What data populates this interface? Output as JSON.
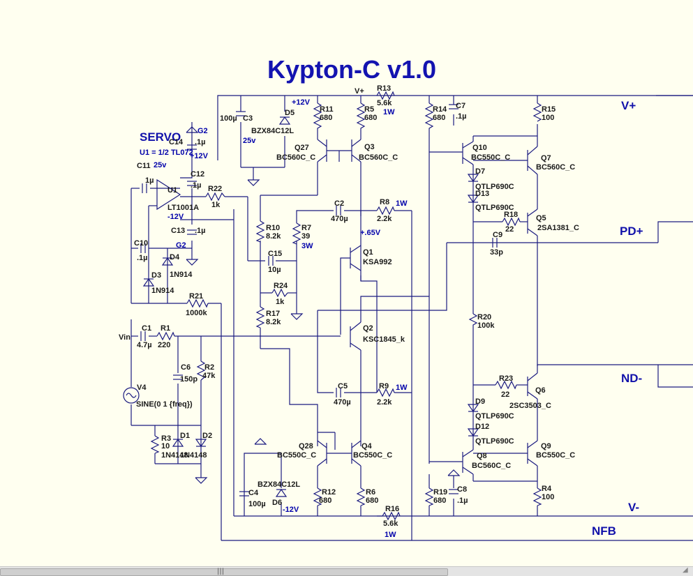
{
  "title": "Kypton-C v1.0",
  "nets": {
    "vplus": "V+",
    "pdplus": "PD+",
    "ndminus": "ND-",
    "vminus": "V-",
    "nfb": "NFB",
    "vin": "Vin",
    "top_vplus": "V+"
  },
  "servo": {
    "label": "SERVO",
    "note": "U1 = 1/2 TL072",
    "g2a": "G2",
    "g2b": "G2",
    "p12": "+12V",
    "m12": "-12V",
    "p12b": "+12V",
    "m12b": "-12V",
    "p65": "+.65V"
  },
  "parts": [
    {
      "id": "r13",
      "name": "R13",
      "value": "5.6k",
      "rating": "1W"
    },
    {
      "id": "r11",
      "name": "R11",
      "value": "680"
    },
    {
      "id": "r5",
      "name": "R5",
      "value": "680"
    },
    {
      "id": "r14",
      "name": "R14",
      "value": "680"
    },
    {
      "id": "c7",
      "name": "C7",
      "value": ".1µ"
    },
    {
      "id": "r15",
      "name": "R15",
      "value": "100"
    },
    {
      "id": "c3",
      "name": "C3",
      "value": "100µ",
      "rating": "25v"
    },
    {
      "id": "d5",
      "name": "D5",
      "value": "BZX84C12L"
    },
    {
      "id": "c14",
      "name": "C14",
      "value": ".1µ"
    },
    {
      "id": "q27",
      "name": "Q27",
      "value": "BC560C_C"
    },
    {
      "id": "q3",
      "name": "Q3",
      "value": "BC560C_C"
    },
    {
      "id": "q10",
      "name": "Q10",
      "value": "BC550C_C"
    },
    {
      "id": "q7",
      "name": "Q7",
      "value": "BC560C_C"
    },
    {
      "id": "c11",
      "name": "C11",
      "value": "1µ",
      "rating": "25v"
    },
    {
      "id": "c12",
      "name": "C12",
      "value": ".1µ"
    },
    {
      "id": "u1",
      "name": "U1",
      "value": "LT1001A"
    },
    {
      "id": "r22",
      "name": "R22",
      "value": "1k"
    },
    {
      "id": "d7",
      "name": "D7",
      "value": "QTLP690C"
    },
    {
      "id": "d13",
      "name": "D13",
      "value": "QTLP690C"
    },
    {
      "id": "c2",
      "name": "C2",
      "value": "470µ"
    },
    {
      "id": "r8",
      "name": "R8",
      "value": "2.2k",
      "rating": "1W"
    },
    {
      "id": "r18",
      "name": "R18",
      "value": "22"
    },
    {
      "id": "q5",
      "name": "Q5",
      "value": "2SA1381_C"
    },
    {
      "id": "c13",
      "name": "C13",
      "value": ".1µ"
    },
    {
      "id": "r10",
      "name": "R10",
      "value": "8.2k"
    },
    {
      "id": "r7",
      "name": "R7",
      "value": "39",
      "rating": "3W"
    },
    {
      "id": "c9",
      "name": "C9",
      "value": "33p"
    },
    {
      "id": "c10",
      "name": "C10",
      "value": ".1µ"
    },
    {
      "id": "c15",
      "name": "C15",
      "value": "10µ"
    },
    {
      "id": "q1",
      "name": "Q1",
      "value": "KSA992"
    },
    {
      "id": "d4",
      "name": "D4",
      "value": "1N914"
    },
    {
      "id": "d3",
      "name": "D3",
      "value": "1N914"
    },
    {
      "id": "r24",
      "name": "R24",
      "value": "1k"
    },
    {
      "id": "r21",
      "name": "R21",
      "value": "1000k"
    },
    {
      "id": "r17",
      "name": "R17",
      "value": "8.2k"
    },
    {
      "id": "r20",
      "name": "R20",
      "value": "100k"
    },
    {
      "id": "c1",
      "name": "C1",
      "value": "4.7µ"
    },
    {
      "id": "r1",
      "name": "R1",
      "value": "220"
    },
    {
      "id": "q2",
      "name": "Q2",
      "value": "KSC1845_k"
    },
    {
      "id": "c6",
      "name": "C6",
      "value": "150p"
    },
    {
      "id": "r2",
      "name": "R2",
      "value": "47k"
    },
    {
      "id": "r23",
      "name": "R23",
      "value": "22"
    },
    {
      "id": "q6",
      "name": "Q6",
      "value": "2SC3503_C"
    },
    {
      "id": "c5",
      "name": "C5",
      "value": "470µ"
    },
    {
      "id": "r9",
      "name": "R9",
      "value": "2.2k",
      "rating": "1W"
    },
    {
      "id": "v4",
      "name": "V4",
      "value": "SINE(0 1 {freq})"
    },
    {
      "id": "d9",
      "name": "D9",
      "value": "QTLP690C"
    },
    {
      "id": "d12",
      "name": "D12",
      "value": "QTLP690C"
    },
    {
      "id": "r3",
      "name": "R3",
      "value": "10"
    },
    {
      "id": "d1",
      "name": "D1",
      "value": "1N4148"
    },
    {
      "id": "d2",
      "name": "D2",
      "value": "1N4148"
    },
    {
      "id": "q28",
      "name": "Q28",
      "value": "BC550C_C"
    },
    {
      "id": "q4",
      "name": "Q4",
      "value": "BC550C_C"
    },
    {
      "id": "q9",
      "name": "Q9",
      "value": "BC550C_C"
    },
    {
      "id": "q8",
      "name": "Q8",
      "value": "BC560C_C"
    },
    {
      "id": "c8",
      "name": "C8",
      "value": ".1µ"
    },
    {
      "id": "c4",
      "name": "C4",
      "value": "100µ"
    },
    {
      "id": "d6",
      "name": "D6",
      "value": "BZX84C12L"
    },
    {
      "id": "r12",
      "name": "R12",
      "value": "680"
    },
    {
      "id": "r6",
      "name": "R6",
      "value": "680"
    },
    {
      "id": "r19",
      "name": "R19",
      "value": "680"
    },
    {
      "id": "r4",
      "name": "R4",
      "value": "100"
    },
    {
      "id": "r16",
      "name": "R16",
      "value": "5.6k",
      "rating": "1W"
    }
  ],
  "scrollbar": {
    "grip": "|||"
  }
}
